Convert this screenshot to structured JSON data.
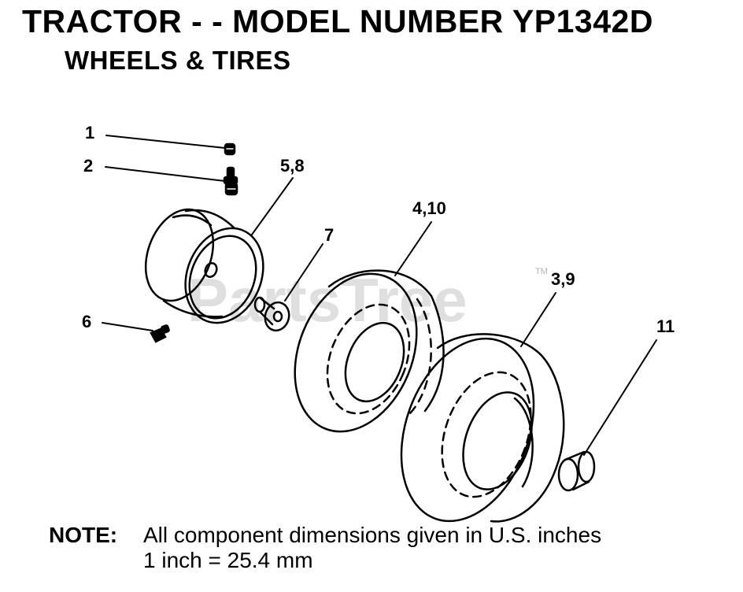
{
  "header": {
    "title": "TRACTOR - - MODEL NUMBER YP1342D",
    "subtitle": "WHEELS & TIRES"
  },
  "callouts": {
    "c1": "1",
    "c2": "2",
    "c58": "5,8",
    "c410": "4,10",
    "c7": "7",
    "c39": "3,9",
    "c6": "6",
    "c11": "11"
  },
  "watermark": {
    "text": "PartsTree",
    "tm": "TM"
  },
  "note": {
    "label": "NOTE:",
    "line1": "All component dimensions given in U.S. inches",
    "line2": "1 inch = 25.4 mm"
  }
}
